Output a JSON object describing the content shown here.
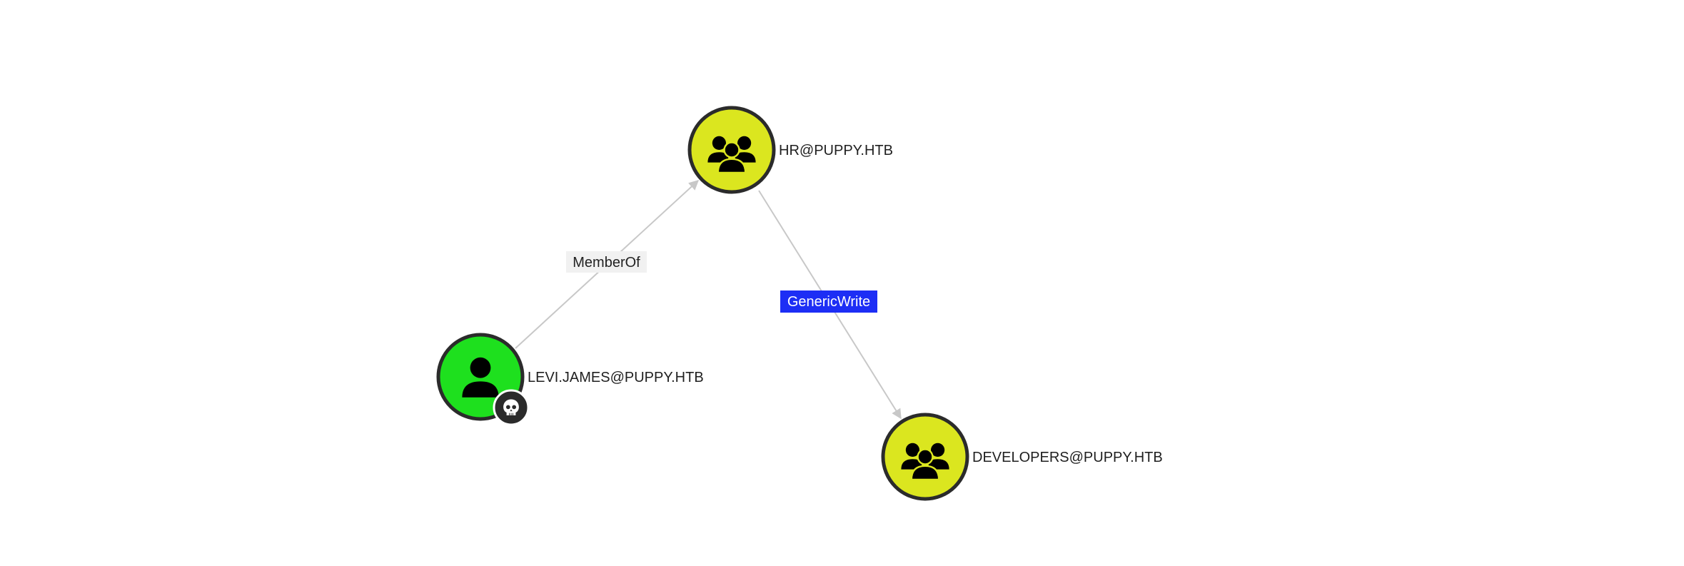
{
  "colors": {
    "user_node_fill": "#1ee01e",
    "group_node_fill": "#dbe61f",
    "node_border": "#2b2b2b",
    "edge_line": "#c8c8c8",
    "edge_label_bg_default": "#f1f1f1",
    "edge_label_text_default": "#222222",
    "edge_label_bg_highlight": "#1d2ef5",
    "edge_label_text_highlight": "#ffffff",
    "owned_badge": "#2b2b2b"
  },
  "nodes": [
    {
      "id": "hr",
      "type": "group",
      "icon": "users-icon",
      "label": "HR@PUPPY.HTB"
    },
    {
      "id": "levi",
      "type": "user",
      "icon": "user-icon",
      "label": "LEVI.JAMES@PUPPY.HTB",
      "owned": true,
      "badge_icon": "skull-icon"
    },
    {
      "id": "dev",
      "type": "group",
      "icon": "users-icon",
      "label": "DEVELOPERS@PUPPY.HTB"
    }
  ],
  "edges": [
    {
      "from": "levi",
      "to": "hr",
      "label": "MemberOf",
      "highlighted": false
    },
    {
      "from": "hr",
      "to": "dev",
      "label": "GenericWrite",
      "highlighted": true
    }
  ]
}
